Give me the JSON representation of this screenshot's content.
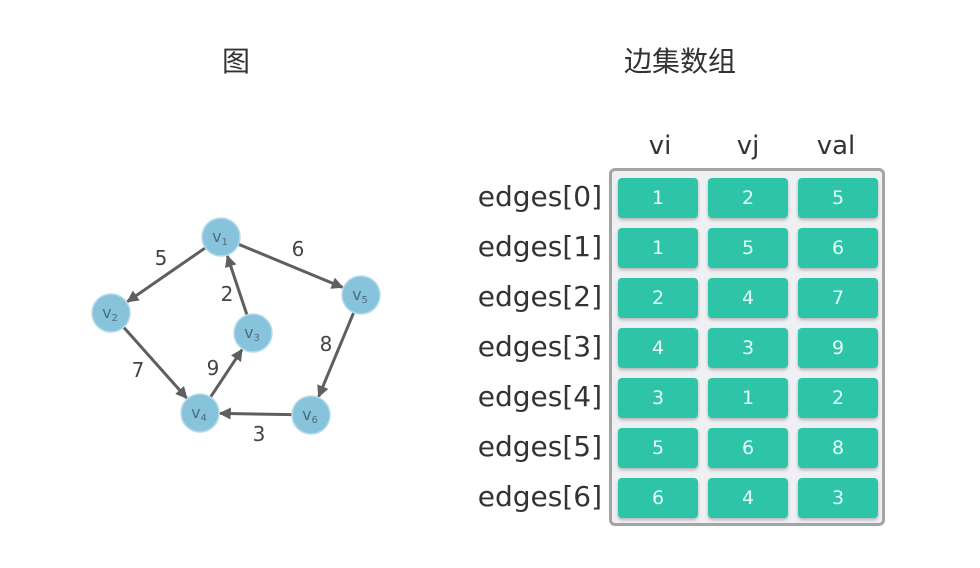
{
  "graph_title": "图",
  "table_title": "边集数组",
  "colors": {
    "vertex_fill": "#88c3dc",
    "edge": "#5f5f5f",
    "cell_fill": "#2ec4a8",
    "table_bg": "#eef0f4",
    "table_border": "#a4a4a4"
  },
  "graph": {
    "vertices": [
      {
        "id": "v1",
        "base": "v",
        "sub": "1"
      },
      {
        "id": "v2",
        "base": "v",
        "sub": "2"
      },
      {
        "id": "v3",
        "base": "v",
        "sub": "3"
      },
      {
        "id": "v4",
        "base": "v",
        "sub": "4"
      },
      {
        "id": "v5",
        "base": "v",
        "sub": "5"
      },
      {
        "id": "v6",
        "base": "v",
        "sub": "6"
      }
    ],
    "edges": [
      {
        "from": "v1",
        "to": "v2",
        "weight": "5"
      },
      {
        "from": "v1",
        "to": "v5",
        "weight": "6"
      },
      {
        "from": "v2",
        "to": "v4",
        "weight": "7"
      },
      {
        "from": "v4",
        "to": "v3",
        "weight": "9"
      },
      {
        "from": "v3",
        "to": "v1",
        "weight": "2"
      },
      {
        "from": "v5",
        "to": "v6",
        "weight": "8"
      },
      {
        "from": "v6",
        "to": "v4",
        "weight": "3"
      }
    ]
  },
  "table": {
    "columns": [
      "vi",
      "vj",
      "val"
    ],
    "rows": [
      {
        "label": "edges[0]",
        "vi": "1",
        "vj": "2",
        "val": "5"
      },
      {
        "label": "edges[1]",
        "vi": "1",
        "vj": "5",
        "val": "6"
      },
      {
        "label": "edges[2]",
        "vi": "2",
        "vj": "4",
        "val": "7"
      },
      {
        "label": "edges[3]",
        "vi": "4",
        "vj": "3",
        "val": "9"
      },
      {
        "label": "edges[4]",
        "vi": "3",
        "vj": "1",
        "val": "2"
      },
      {
        "label": "edges[5]",
        "vi": "5",
        "vj": "6",
        "val": "8"
      },
      {
        "label": "edges[6]",
        "vi": "6",
        "vj": "4",
        "val": "3"
      }
    ]
  }
}
